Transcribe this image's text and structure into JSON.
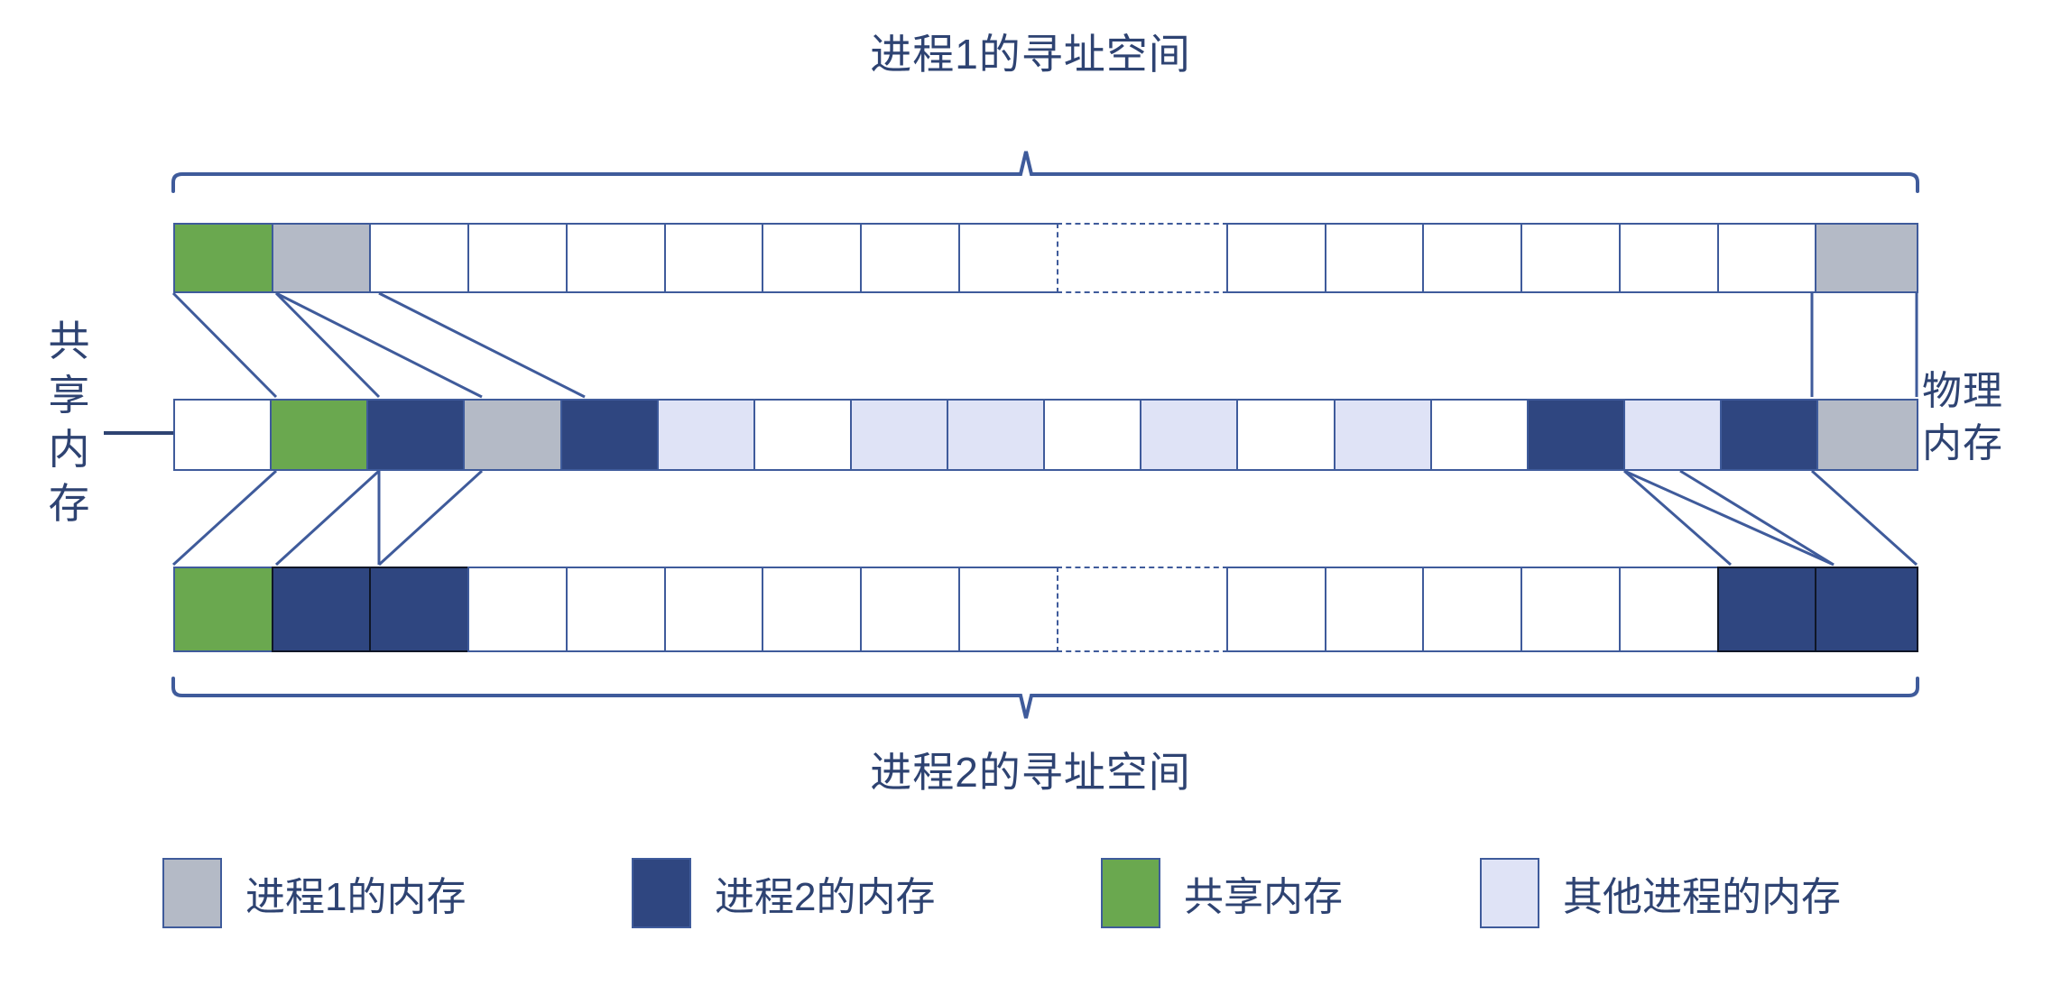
{
  "diagram": {
    "title_top": "进程1的寻址空间",
    "title_bottom": "进程2的寻址空间",
    "label_left": [
      "共",
      "享",
      "内",
      "存"
    ],
    "label_right": [
      "物理",
      "内存"
    ]
  },
  "colors": {
    "process1_memory": "#b4bac6",
    "process2_memory": "#2f4680",
    "shared_memory": "#6aa84f",
    "other_process_memory": "#dfe3f6",
    "empty": "#ffffff",
    "stroke": "#3f5b9b",
    "text": "#2e4372"
  },
  "rows": {
    "process1": {
      "name": "进程1的寻址空间",
      "cells": [
        "green",
        "gray",
        "empty",
        "empty",
        "empty",
        "empty",
        "empty",
        "empty",
        "empty",
        "gap",
        "empty",
        "empty",
        "empty",
        "empty",
        "empty",
        "empty",
        "gray"
      ]
    },
    "physical": {
      "name": "物理内存",
      "cells": [
        "empty",
        "green",
        "navy",
        "gray",
        "navy",
        "lav",
        "empty",
        "lav",
        "lav",
        "empty",
        "lav",
        "empty",
        "lav",
        "empty",
        "navy",
        "lav",
        "navy",
        "gray"
      ]
    },
    "process2": {
      "name": "进程2的寻址空间",
      "cells": [
        "green",
        "navy",
        "navy",
        "empty",
        "empty",
        "empty",
        "empty",
        "empty",
        "empty",
        "gap",
        "empty",
        "empty",
        "empty",
        "empty",
        "empty",
        "navy",
        "navy"
      ]
    }
  },
  "legend": {
    "items": [
      {
        "swatch": "gray",
        "label": "进程1的内存"
      },
      {
        "swatch": "navy",
        "label": "进程2的内存"
      },
      {
        "swatch": "green",
        "label": "共享内存"
      },
      {
        "swatch": "lav",
        "label": "其他进程的内存"
      }
    ]
  }
}
